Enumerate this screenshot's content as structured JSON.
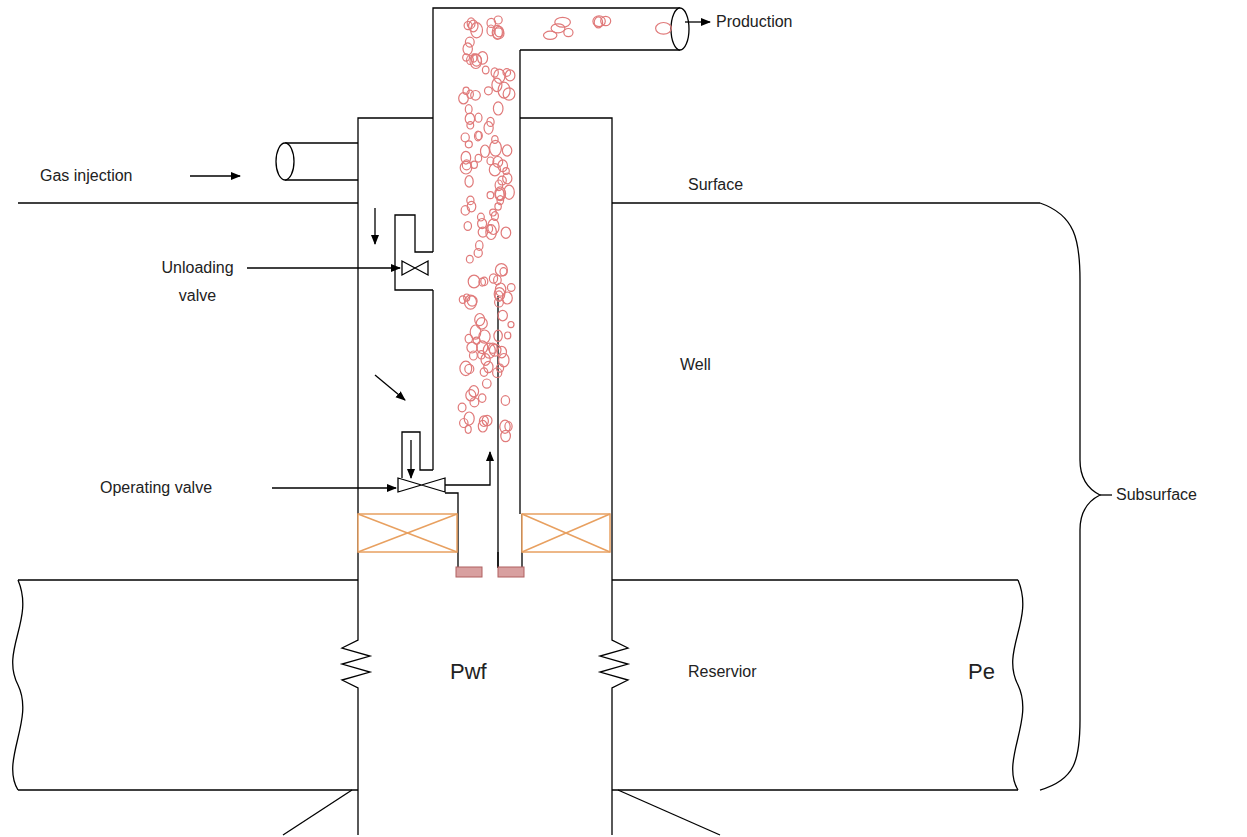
{
  "diagram": {
    "labels": [
      "Production",
      "Gas injection",
      "Surface",
      "Unloading valve",
      "Well",
      "Operating valve",
      "Subsurface",
      "Reservior",
      "Pwf",
      "Pe"
    ]
  }
}
